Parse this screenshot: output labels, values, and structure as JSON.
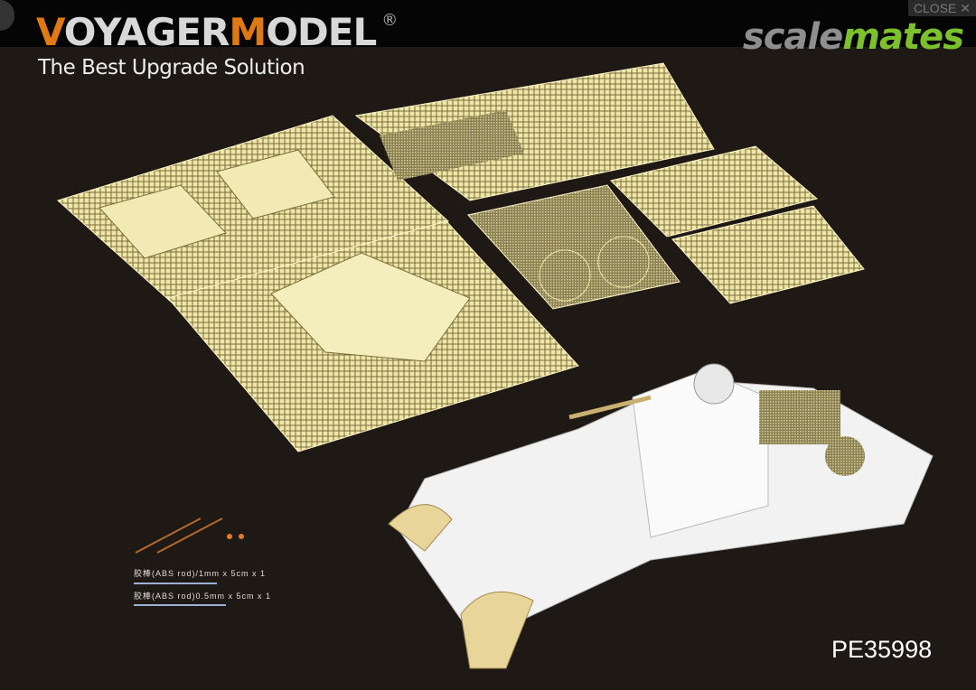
{
  "lightbox": {
    "close_label": "CLOSE",
    "close_icon": "x-icon",
    "prev_icon": "chevron-left-icon"
  },
  "site_logo": {
    "part1": "scale",
    "part2": "mates",
    "colors": {
      "gray": "#8e8e8e",
      "green": "#7cc02c"
    }
  },
  "brand": {
    "part_v": "V",
    "part_oyager": "OYAGER",
    "part_m": "M",
    "part_odel": "ODEL",
    "registered": "®",
    "slogan": "The Best Upgrade Solution",
    "accent": "#e07a10"
  },
  "parts": {
    "rod1": "胶棒(ABS rod)/1mm x 5cm x 1",
    "rod2": "胶棒(ABS rod)0.5mm x 5cm x 1"
  },
  "product_code": "PE35998",
  "colors": {
    "brass": "#efe6a8",
    "background": "#1f1915"
  }
}
